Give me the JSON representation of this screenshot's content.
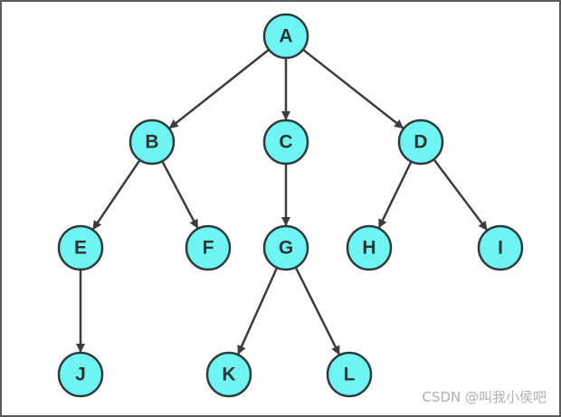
{
  "nodes": [
    {
      "id": "A",
      "label": "A"
    },
    {
      "id": "B",
      "label": "B"
    },
    {
      "id": "C",
      "label": "C"
    },
    {
      "id": "D",
      "label": "D"
    },
    {
      "id": "E",
      "label": "E"
    },
    {
      "id": "F",
      "label": "F"
    },
    {
      "id": "G",
      "label": "G"
    },
    {
      "id": "H",
      "label": "H"
    },
    {
      "id": "I",
      "label": "I"
    },
    {
      "id": "J",
      "label": "J"
    },
    {
      "id": "K",
      "label": "K"
    },
    {
      "id": "L",
      "label": "L"
    }
  ],
  "edges": [
    {
      "from": "A",
      "to": "B"
    },
    {
      "from": "A",
      "to": "C"
    },
    {
      "from": "A",
      "to": "D"
    },
    {
      "from": "B",
      "to": "E"
    },
    {
      "from": "B",
      "to": "F"
    },
    {
      "from": "C",
      "to": "G"
    },
    {
      "from": "D",
      "to": "H"
    },
    {
      "from": "D",
      "to": "I"
    },
    {
      "from": "E",
      "to": "J"
    },
    {
      "from": "G",
      "to": "K"
    },
    {
      "from": "G",
      "to": "L"
    }
  ],
  "colors": {
    "node_fill": "#6ff4f4",
    "node_stroke": "#2f3b3b",
    "edge": "#3c3c3c",
    "label": "#2c3333"
  },
  "watermark": "CSDN @叫我小侯吧"
}
